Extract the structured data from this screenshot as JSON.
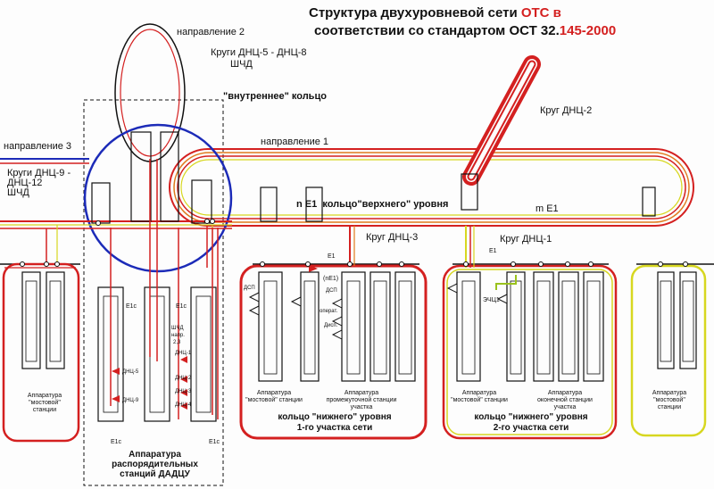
{
  "title": {
    "line1_part1": "Структура двухуровневой сети ",
    "line1_part2": "ОТС в",
    "line2_part1": "соответствии со стандартом ОСТ 32.",
    "line2_part2": "145-2000"
  },
  "labels": {
    "direction_2": "направление 2",
    "direction_1": "направление 1",
    "direction_3": "направление 3",
    "circles_dnc5_8": "Круги ДНЦ-5 - ДНЦ-8",
    "shchd_top": "ШЧД",
    "inner_ring": "\"внутреннее\" кольцо",
    "circle_dnc2": "Круг ДНЦ-2",
    "circles_dnc9": "Круги ДНЦ-9 -",
    "dnc12": "ДНЦ-12",
    "shchd_left": "ШЧД",
    "n_e1_prefix": "n E1",
    "upper_ring": "кольцо\"верхнего\" уровня",
    "m_e1": "m E1",
    "circle_dnc3": "Круг ДНЦ-3",
    "circle_dnc1": "Круг ДНЦ-1",
    "e1_mid": "E1",
    "e1_right": "E1",
    "ne1": "(nE1)",
    "e1c_1": "E1c",
    "e1c_2": "E1c",
    "e1c_3": "E1c",
    "e1c_4": "E1c",
    "shchd_dir_1": "ШЧД",
    "shchd_dir_2": "напр.",
    "shchd_dir_3": "2,3",
    "dsp_1": "ДСП",
    "dsp_2": "ДСП",
    "operat": "операт.",
    "disp": "Дисп.",
    "ech_1": "ЭЧЦ1",
    "dnc5": "ДНЦ-5",
    "dnc9": "ДНЦ-9",
    "dnc_r1": "ДНЦ-1",
    "dnc_r2": "ДНЦ-2",
    "dnc_r3": "ДНЦ-3",
    "dnc_r4": "ДНЦ-4",
    "app_bridge_left_1": "Аппаратура",
    "app_bridge_left_2": "\"мостовой\"",
    "app_bridge_left_3": "станции",
    "app_disp_1": "Аппаратура",
    "app_disp_2": "распорядительных",
    "app_disp_3": "станций ДАДЦУ",
    "app_bridge_mid_1": "Аппаратура",
    "app_bridge_mid_2": "\"мостовой\" станции",
    "app_interm_1": "Аппаратура",
    "app_interm_2": "промежуточной станции",
    "app_interm_3": "участка",
    "app_bridge_r_1": "Аппаратура",
    "app_bridge_r_2": "\"мостовой\" станции",
    "app_end_1": "Аппаратура",
    "app_end_2": "оконечной станции",
    "app_end_3": "участка",
    "app_bridge_fr_1": "Аппаратура",
    "app_bridge_fr_2": "\"мостовой\"",
    "app_bridge_fr_3": "станции",
    "lower_ring_1a": "кольцо \"нижнего\" уровня",
    "lower_ring_1b": "1-го участка сети",
    "lower_ring_2a": "кольцо \"нижнего\" уровня",
    "lower_ring_2b": "2-го участка сети"
  },
  "colors": {
    "red": "#d42020",
    "orange": "#e07a1c",
    "yellow": "#d7d720",
    "blue": "#1c2bb8",
    "black": "#111111"
  }
}
